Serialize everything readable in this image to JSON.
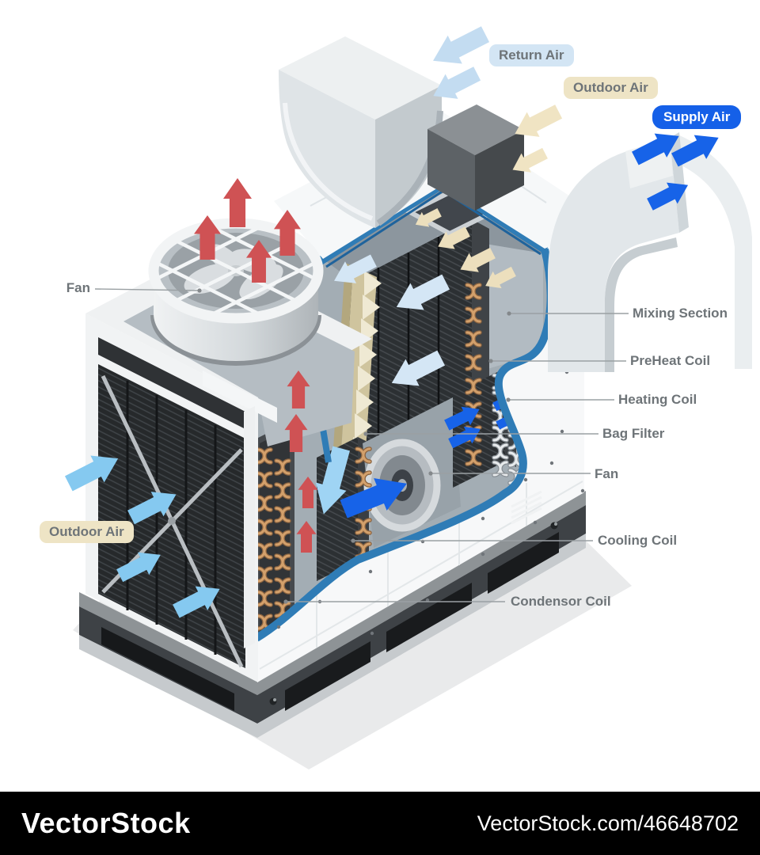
{
  "diagram": {
    "flow_labels": [
      {
        "id": "return-air",
        "label": "Return Air"
      },
      {
        "id": "outdoor-air-top",
        "label": "Outdoor Air"
      },
      {
        "id": "supply-air",
        "label": "Supply Air"
      },
      {
        "id": "outdoor-air-left",
        "label": "Outdoor Air"
      }
    ],
    "callouts": [
      {
        "id": "fan-left",
        "label": "Fan"
      },
      {
        "id": "mixing-section",
        "label": "Mixing Section"
      },
      {
        "id": "preheat-coil",
        "label": "PreHeat Coil"
      },
      {
        "id": "heating-coil",
        "label": "Heating Coil"
      },
      {
        "id": "bag-filter",
        "label": "Bag Filter"
      },
      {
        "id": "fan-right",
        "label": "Fan"
      },
      {
        "id": "cooling-coil",
        "label": "Cooling Coil"
      },
      {
        "id": "condensor-coil",
        "label": "Condensor Coil"
      }
    ],
    "colors": {
      "supply_air_blue": "#1560e8",
      "return_air_light_blue": "#c3dcf1",
      "outdoor_air_cream": "#eee4c5",
      "hot_air_red": "#cf5254",
      "cut_edge_blue": "#2f7cb6",
      "label_text_gray": "#6e7478"
    }
  },
  "watermark": {
    "brand": "VectorStock",
    "credit": "VectorStock.com/46648702"
  }
}
